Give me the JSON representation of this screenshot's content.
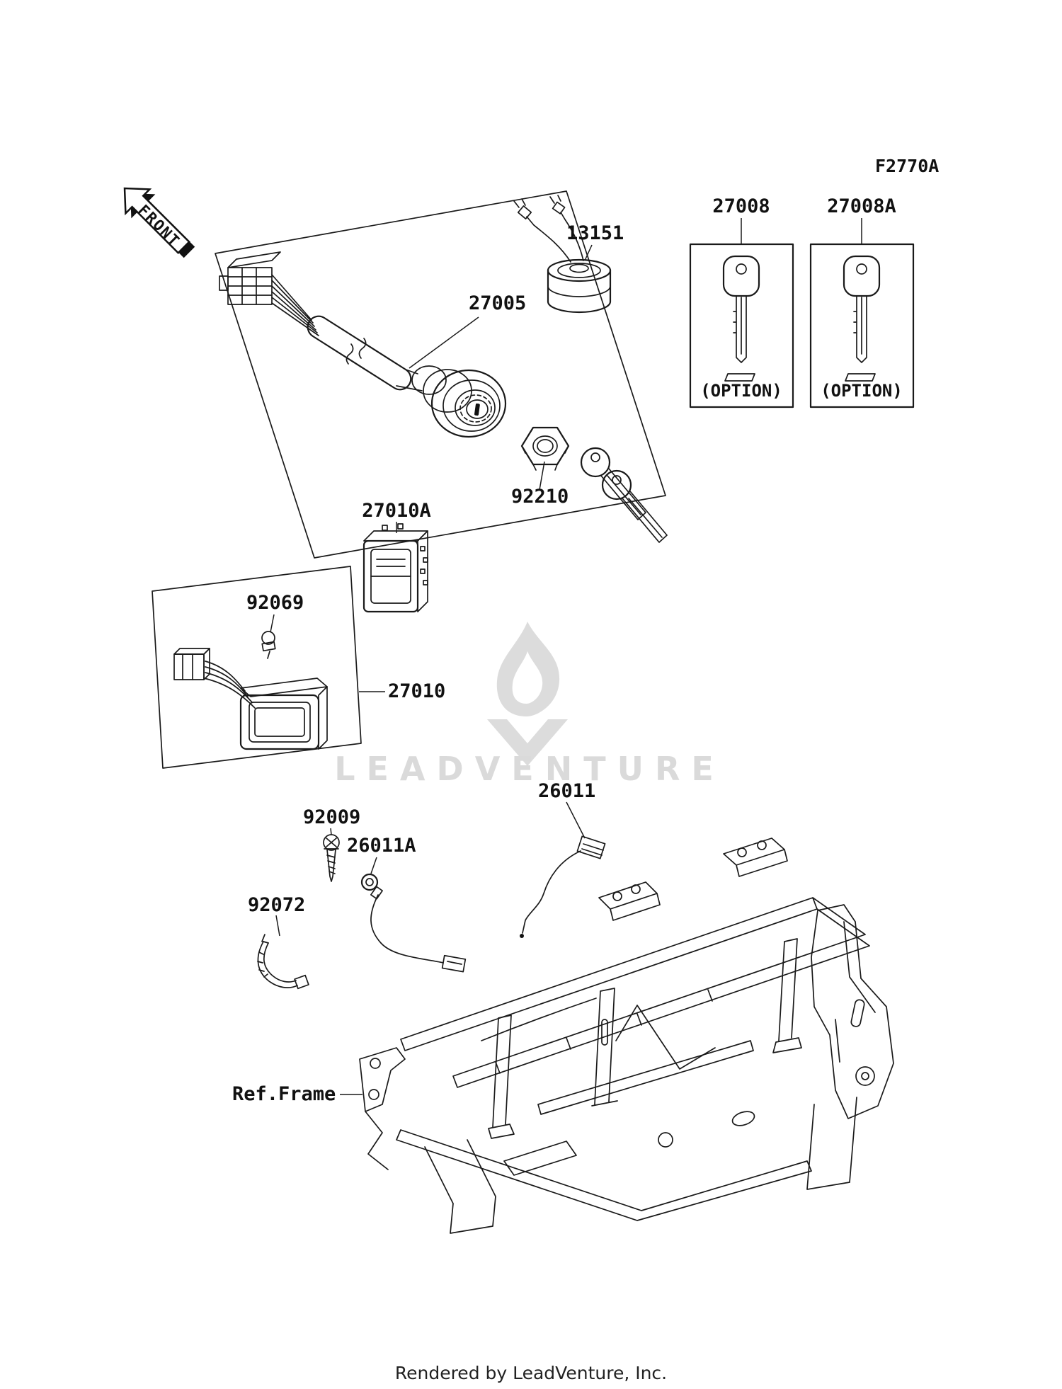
{
  "page": {
    "figure_code": "F2770A",
    "front_label": "FRONT",
    "watermark": "LEADVENTURE",
    "footer": "Rendered by LeadVenture, Inc."
  },
  "colors": {
    "line": "#1a1a1a",
    "watermark": "#dadada"
  },
  "parts": {
    "p13151": {
      "number": "13151"
    },
    "p27005": {
      "number": "27005"
    },
    "p27008": {
      "number": "27008",
      "note": "(OPTION)"
    },
    "p27008a": {
      "number": "27008A",
      "note": "(OPTION)"
    },
    "p92210": {
      "number": "92210"
    },
    "p27010a": {
      "number": "27010A"
    },
    "p92069": {
      "number": "92069"
    },
    "p27010": {
      "number": "27010"
    },
    "p26011": {
      "number": "26011"
    },
    "p92009": {
      "number": "92009"
    },
    "p26011a": {
      "number": "26011A"
    },
    "p92072": {
      "number": "92072"
    },
    "ref_frame": {
      "label": "Ref.Frame"
    }
  }
}
